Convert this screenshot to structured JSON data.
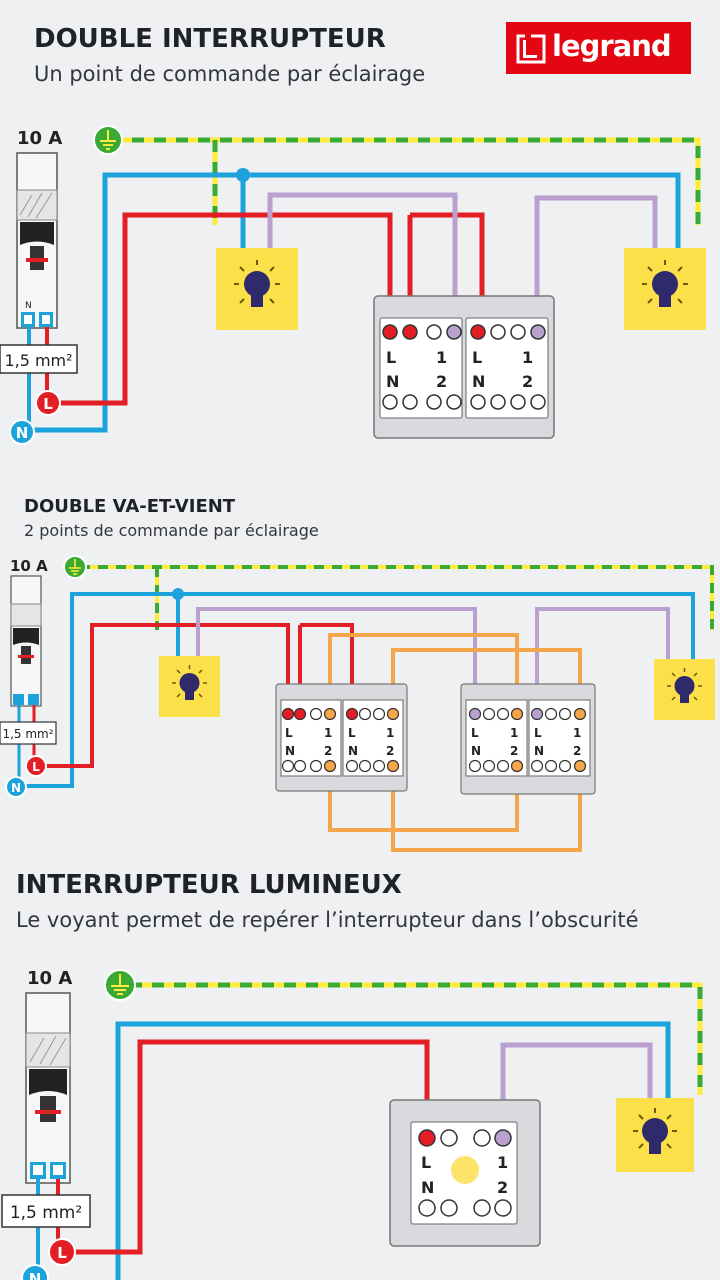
{
  "brand": {
    "name": "legrand",
    "red": "#e30613"
  },
  "colors": {
    "phase": "#e31e24",
    "neutral": "#1ca3dc",
    "earth_yellow": "#ffeb3b",
    "earth_green": "#3aaa35",
    "return": "#b9a0cf",
    "traveller": "#f5a54a",
    "lamp_box": "#fbe04a",
    "switch_plate": "#d8dadd"
  },
  "section1": {
    "title": "DOUBLE INTERRUPTEUR",
    "subtitle": "Un point de commande par éclairage",
    "breaker_rating": "10 A",
    "wire_section": "1,5 mm²",
    "phase_tag": "L",
    "neutral_tag": "N",
    "terminal_L": "L",
    "terminal_N": "N",
    "terminal_1": "1",
    "terminal_2": "2",
    "breaker_n_mark": "N"
  },
  "section2": {
    "title": "DOUBLE VA-ET-VIENT",
    "subtitle": "2 points de commande par éclairage",
    "breaker_rating": "10 A",
    "wire_section": "1,5 mm²",
    "phase_tag": "L",
    "neutral_tag": "N",
    "terminal_L": "L",
    "terminal_N": "N",
    "terminal_1": "1",
    "terminal_2": "2"
  },
  "section3": {
    "title": "INTERRUPTEUR LUMINEUX",
    "subtitle": "Le voyant permet de repérer l’interrupteur dans l’obscurité",
    "breaker_rating": "10 A",
    "wire_section": "1,5 mm²",
    "phase_tag": "L",
    "neutral_tag": "N",
    "terminal_L": "L",
    "terminal_N": "N",
    "terminal_1": "1",
    "terminal_2": "2",
    "indicator_color": "#fde36a"
  },
  "icons": {
    "earth": "earth-ground-icon",
    "lamp": "light-bulb-icon",
    "breaker": "circuit-breaker-icon"
  }
}
